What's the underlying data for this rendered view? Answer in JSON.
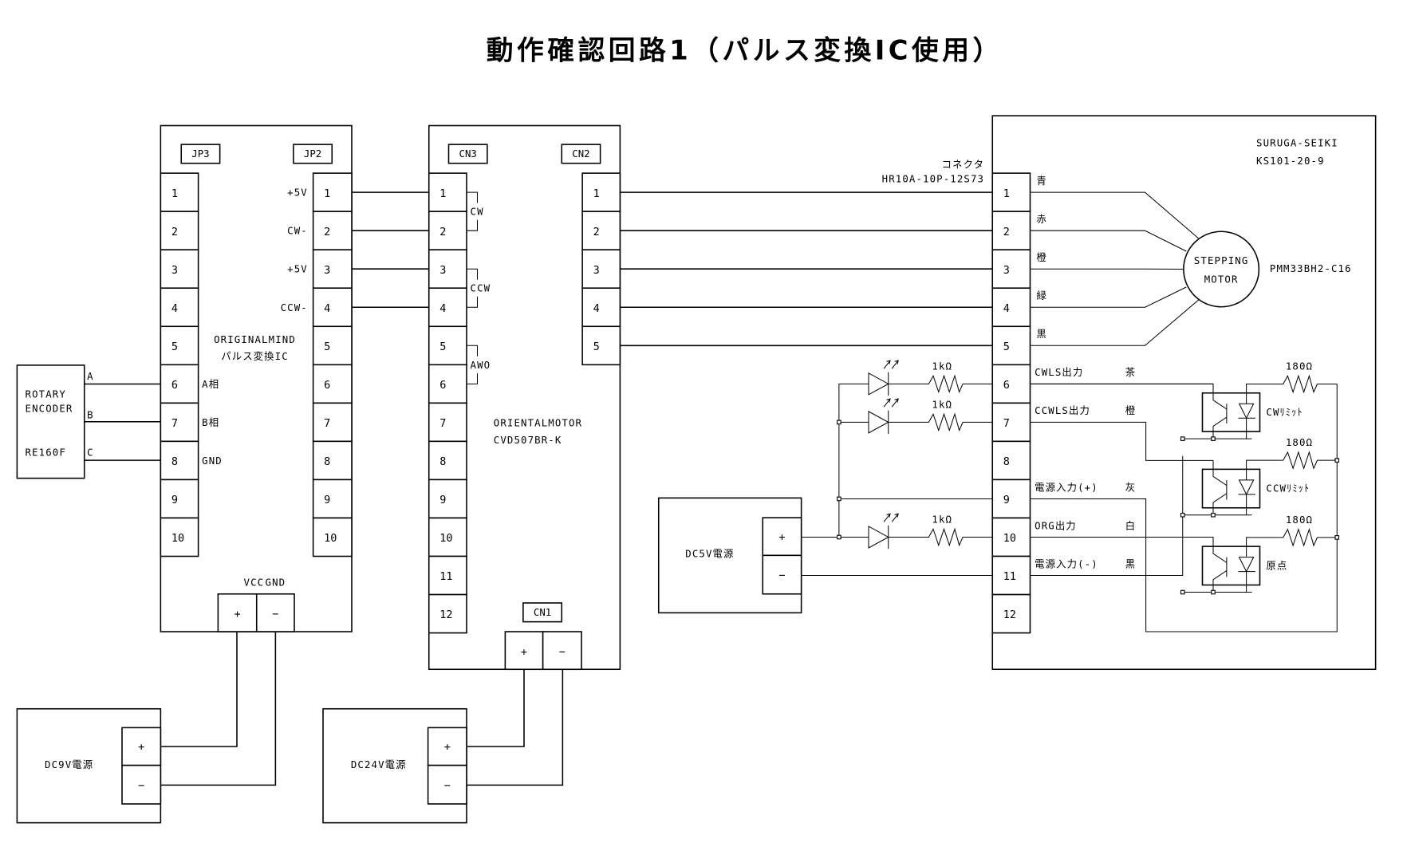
{
  "title": "動作確認回路1（パルス変換IC使用）",
  "encoder": {
    "name_line1": "ROTARY",
    "name_line2": "ENCODER",
    "model": "RE160F",
    "outputs": [
      "A",
      "B",
      "C"
    ]
  },
  "pulse_ic": {
    "maker": "ORIGINALMIND",
    "name": "パルス変換IC",
    "left_header": "JP3",
    "right_header": "JP2",
    "left_pins": [
      "1",
      "2",
      "3",
      "4",
      "5",
      "6",
      "7",
      "8",
      "9",
      "10"
    ],
    "right_pins": [
      "1",
      "2",
      "3",
      "4",
      "5",
      "6",
      "7",
      "8",
      "9",
      "10"
    ],
    "left_signals": [
      "",
      "",
      "",
      "",
      "",
      "A相",
      "B相",
      "GND",
      "",
      ""
    ],
    "right_signals": [
      "+5V",
      "CW-",
      "+5V",
      "CCW-",
      "",
      "",
      "",
      "",
      "",
      ""
    ],
    "power_labels": [
      "VCC",
      "GND"
    ],
    "power_terminals": [
      "+",
      "−"
    ]
  },
  "driver": {
    "maker": "ORIENTALMOTOR",
    "model": "CVD507BR-K",
    "left_header": "CN3",
    "right_header": "CN2",
    "power_header": "CN1",
    "left_pins": [
      "1",
      "2",
      "3",
      "4",
      "5",
      "6",
      "7",
      "8",
      "9",
      "10",
      "11",
      "12"
    ],
    "right_pins": [
      "1",
      "2",
      "3",
      "4",
      "5"
    ],
    "pair_labels": [
      "CW",
      "CCW",
      "AWO"
    ],
    "power_terminals": [
      "+",
      "−"
    ]
  },
  "stage": {
    "maker": "SURUGA-SEIKI",
    "model": "KS101-20-9",
    "connector_label": "コネクタ",
    "connector_model": "HR10A-10P-12S73",
    "pins": [
      "1",
      "2",
      "3",
      "4",
      "5",
      "6",
      "7",
      "8",
      "9",
      "10",
      "11",
      "12"
    ],
    "wire_colors": [
      "青",
      "赤",
      "橙",
      "緑",
      "黒",
      "茶",
      "橙",
      "",
      "灰",
      "白",
      "黒",
      ""
    ],
    "signals": [
      "",
      "",
      "",
      "",
      "",
      "CWLS出力",
      "CCWLS出力",
      "",
      "電源入力(+)",
      "ORG出力",
      "電源入力(-)",
      ""
    ],
    "motor_line1": "STEPPING",
    "motor_line2": "MOTOR",
    "motor_model": "PMM33BH2-C16",
    "sensor_resistor": "180Ω",
    "sensors": [
      "CWﾘﾐｯﾄ",
      "CCWﾘﾐｯﾄ",
      "原点"
    ]
  },
  "indicator": {
    "resistor": "1kΩ",
    "count": 3
  },
  "supplies": {
    "dc9v": "DC9V電源",
    "dc24v": "DC24V電源",
    "dc5v": "DC5V電源",
    "terminals": [
      "+",
      "−"
    ]
  }
}
